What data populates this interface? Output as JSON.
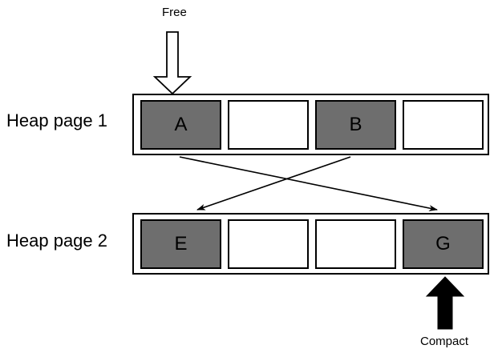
{
  "diagram": {
    "title_present": false,
    "colors": {
      "filled_slot": "#6e6e6e",
      "empty_slot": "#ffffff",
      "stroke": "#000000",
      "background": "#ffffff"
    },
    "rows": [
      {
        "id": "heap-page-1",
        "label": "Heap page 1",
        "slots": [
          {
            "label": "A",
            "state": "filled"
          },
          {
            "label": "",
            "state": "empty"
          },
          {
            "label": "B",
            "state": "filled"
          },
          {
            "label": "",
            "state": "empty"
          }
        ]
      },
      {
        "id": "heap-page-2",
        "label": "Heap page 2",
        "slots": [
          {
            "label": "E",
            "state": "filled"
          },
          {
            "label": "",
            "state": "empty"
          },
          {
            "label": "",
            "state": "empty"
          },
          {
            "label": "G",
            "state": "filled"
          }
        ]
      }
    ],
    "annotations": [
      {
        "id": "free-arrow",
        "label": "Free",
        "style": "hollow-outline-arrow",
        "direction": "down"
      },
      {
        "id": "compact-arrow",
        "label": "Compact",
        "style": "solid-black-arrow",
        "direction": "up"
      }
    ],
    "connectors": [
      {
        "id": "connector-a-to-g",
        "from": "heap-page-1-slot-1",
        "to": "heap-page-2-slot-4"
      },
      {
        "id": "connector-b-to-e",
        "from": "heap-page-1-slot-3",
        "to": "heap-page-2-slot-1"
      }
    ]
  }
}
